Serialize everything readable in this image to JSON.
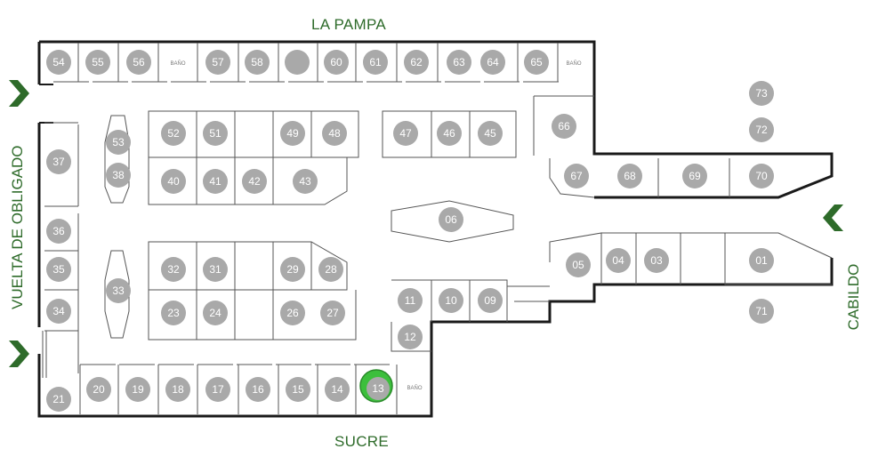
{
  "map": {
    "streets": {
      "north": "LA PAMPA",
      "south": "SUCRE",
      "west": "VUELTA DE OBLIGADO",
      "east": "CABILDO"
    },
    "restroom_label": "BAÑO",
    "colors": {
      "stall": "#a9a9a9",
      "highlight": "#3cbf3c",
      "accent": "#2e6b2a"
    },
    "highlighted_stall": "13",
    "stalls": [
      "54",
      "55",
      "56",
      "57",
      "58",
      "",
      "60",
      "61",
      "62",
      "63",
      "64",
      "65",
      "73",
      "72",
      "66",
      "52",
      "51",
      "49",
      "48",
      "47",
      "46",
      "45",
      "53",
      "38",
      "37",
      "40",
      "41",
      "42",
      "43",
      "67",
      "68",
      "69",
      "70",
      "06",
      "36",
      "35",
      "34",
      "33",
      "32",
      "31",
      "29",
      "28",
      "23",
      "24",
      "26",
      "27",
      "05",
      "04",
      "03",
      "01",
      "11",
      "10",
      "09",
      "12",
      "71",
      "21",
      "20",
      "19",
      "18",
      "17",
      "16",
      "15",
      "14",
      "13"
    ]
  }
}
